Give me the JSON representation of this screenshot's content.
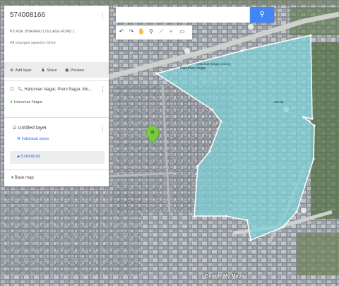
{
  "map_panel": {
    "title": "574008166",
    "subtitle": "PS KGK DHANRAJ COLLAGE ROAD 1",
    "status": "All changes saved in Drive",
    "actions": {
      "add_layer": "Add layer",
      "share": "Share",
      "preview": "Preview"
    },
    "layer1": {
      "search_label": "Hanuman Nagar, Prem Nagar, Mo...",
      "place_label": "Hanuman Nagar"
    },
    "layer2": {
      "title": "Untitled layer",
      "style_label": "Individual styles",
      "item_label": "574008166"
    },
    "base_map": "Base map"
  },
  "search": {
    "placeholder": ""
  },
  "map": {
    "labels": [
      "Hanuman Nagar",
      "Hanuman Nagar Colony",
      "Mandir"
    ],
    "attribution": "Google My Maps",
    "colors": {
      "polygon_fill": "#7ed3d8",
      "polygon_stroke": "#ffffff",
      "marker": "#7ac943",
      "search_button": "#4285f4"
    }
  }
}
